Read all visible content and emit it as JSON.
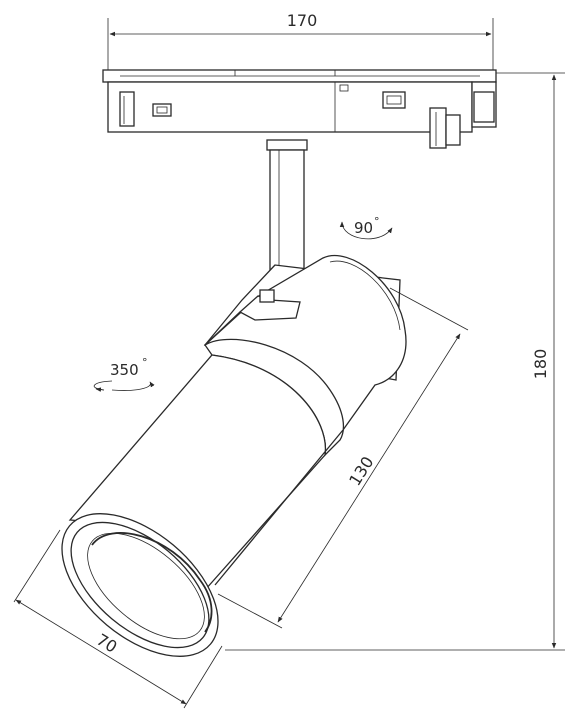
{
  "dimensions": {
    "width_label": "170",
    "height_label": "180",
    "length_label": "130",
    "diameter_label": "70"
  },
  "rotations": {
    "tilt_label": "90",
    "tilt_unit": "°",
    "swivel_label": "350",
    "swivel_unit": "°"
  },
  "colors": {
    "line": "#2a2a2a",
    "background": "#ffffff"
  }
}
